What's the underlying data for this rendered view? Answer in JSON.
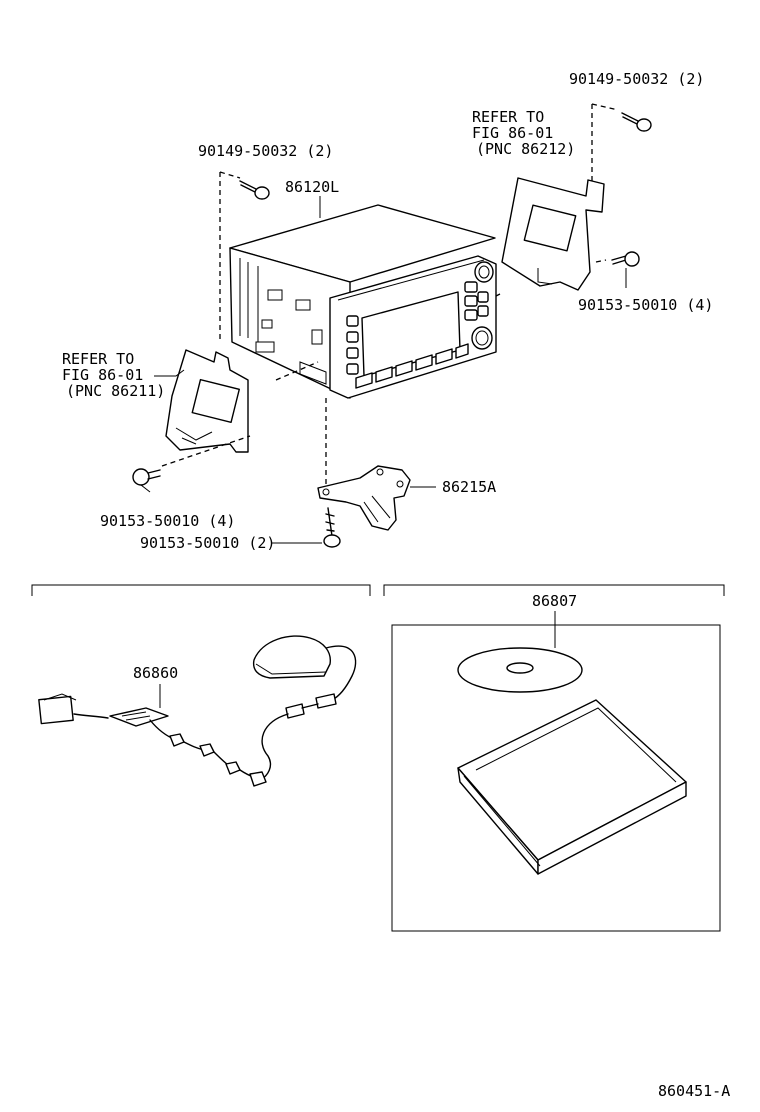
{
  "labels": {
    "bolt_top_right": "90149-50032 (2)",
    "refer_right_line1": "REFER TO",
    "refer_right_line2": "FIG 86-01",
    "refer_right_line3": "(PNC 86212)",
    "bolt_top_left": "90149-50032 (2)",
    "head_unit": "86120L",
    "screw_right": "90153-50010 (4)",
    "refer_left_line1": "REFER TO",
    "refer_left_line2": "FIG 86-01",
    "refer_left_line3": "(PNC 86211)",
    "bracket_lower": "86215A",
    "screw_left": "90153-50010 (4)",
    "screw_bottom": "90153-50010 (2)",
    "antenna": "86860",
    "disc_manual": "86807",
    "figure_code": "860451-A"
  }
}
